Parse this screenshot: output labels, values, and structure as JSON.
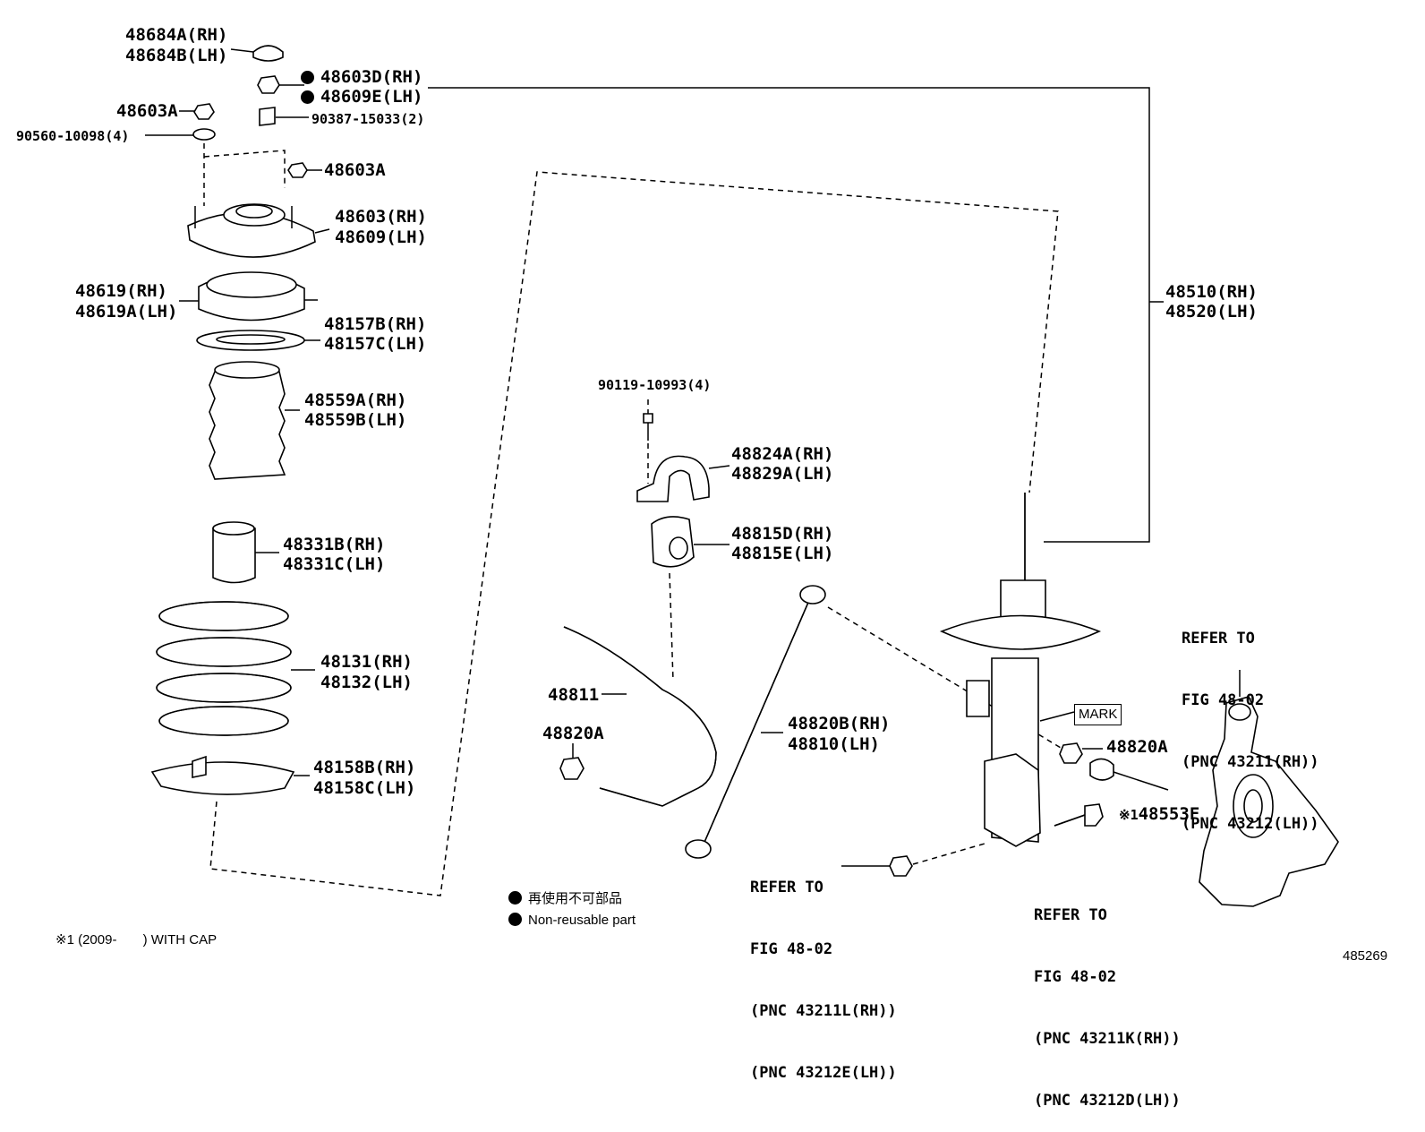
{
  "diagram_id": "485269",
  "legend": {
    "jp_text": "再使用不可部品",
    "en_text": "Non-reusable part"
  },
  "footnote": "※1 (2009-       ) WITH CAP",
  "mark_label": "MARK",
  "parts": {
    "p48684": [
      "48684A(RH)",
      "48684B(LH)"
    ],
    "p48603d": [
      "48603D(RH)",
      "48609E(LH)"
    ],
    "p48603a_top": "48603A",
    "p90387": "90387-15033(2)",
    "p90560": "90560-10098(4)",
    "p48603a_mid": "48603A",
    "p48603": [
      "48603(RH)",
      "48609(LH)"
    ],
    "p48619": [
      "48619(RH)",
      "48619A(LH)"
    ],
    "p48157": [
      "48157B(RH)",
      "48157C(LH)"
    ],
    "p48559": [
      "48559A(RH)",
      "48559B(LH)"
    ],
    "p48331": [
      "48331B(RH)",
      "48331C(LH)"
    ],
    "p48131": [
      "48131(RH)",
      "48132(LH)"
    ],
    "p48158": [
      "48158B(RH)",
      "48158C(LH)"
    ],
    "p48510": [
      "48510(RH)",
      "48520(LH)"
    ],
    "p90119": "90119-10993(4)",
    "p48824": [
      "48824A(RH)",
      "48829A(LH)"
    ],
    "p48815": [
      "48815D(RH)",
      "48815E(LH)"
    ],
    "p48811": "48811",
    "p48820a_left": "48820A",
    "p48820b": [
      "48820B(RH)",
      "48810(LH)"
    ],
    "p48820a_right": "48820A",
    "p48553f": "48553F",
    "p48553f_note": "※1"
  },
  "references": {
    "knuckle": [
      "REFER TO",
      "FIG 48-02",
      "(PNC 43211(RH))",
      "(PNC 43212(LH))"
    ],
    "lower_left": [
      "REFER TO",
      "FIG 48-02",
      "(PNC 43211L(RH))",
      "(PNC 43212E(LH))"
    ],
    "lower_right": [
      "REFER TO",
      "FIG 48-02",
      "(PNC 43211K(RH))",
      "(PNC 43212D(LH))"
    ]
  }
}
